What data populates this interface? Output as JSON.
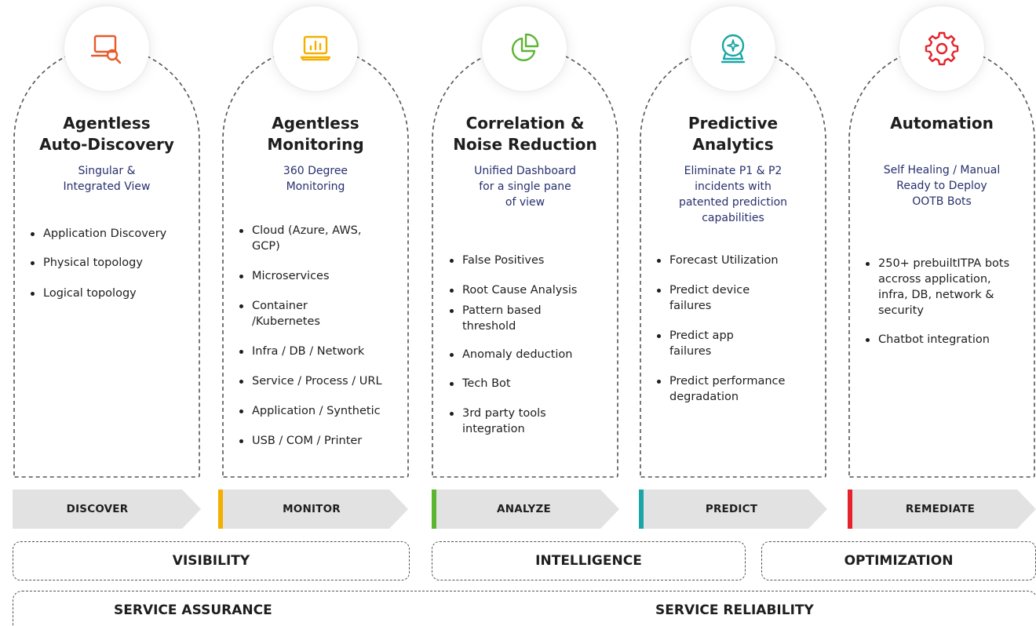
{
  "cards": [
    {
      "icon": "laptop-search-icon",
      "color": "#e9582a",
      "title_lines": [
        "Agentless",
        "Auto-Discovery"
      ],
      "subtitle_lines": [
        "Singular &",
        "Integrated View"
      ],
      "items": [
        "Application Discovery",
        "Physical topology",
        "Logical topology"
      ]
    },
    {
      "icon": "monitor-chart-icon",
      "color": "#f4b000",
      "title_lines": [
        "Agentless",
        "Monitoring"
      ],
      "subtitle_lines": [
        "360 Degree",
        "Monitoring"
      ],
      "items": [
        "Cloud (Azure, AWS, GCP)",
        "Microservices",
        "Container /Kubernetes",
        "Infra / DB / Network",
        "Service / Process / URL",
        "Application / Synthetic",
        "USB / COM /  Printer"
      ]
    },
    {
      "icon": "pie-chart-icon",
      "color": "#5cb531",
      "title_lines": [
        "Correlation &",
        "Noise Reduction"
      ],
      "subtitle_lines": [
        "Unified Dashboard",
        "for a single pane",
        "of view"
      ],
      "items": [
        "False Positives",
        "Root Cause Analysis",
        "Pattern based threshold",
        "Anomaly deduction",
        "Tech Bot",
        "3rd party tools integration"
      ]
    },
    {
      "icon": "crystal-ball-icon",
      "color": "#1aa6a6",
      "title_lines": [
        "Predictive",
        "Analytics"
      ],
      "subtitle_lines": [
        "Eliminate P1 & P2",
        "incidents  with",
        "patented prediction",
        "capabilities"
      ],
      "items": [
        "Forecast Utilization",
        "Predict device failures",
        "Predict app failures",
        "Predict performance degradation"
      ]
    },
    {
      "icon": "gear-icon",
      "color": "#e5232c",
      "title_lines": [
        "Automation"
      ],
      "subtitle_lines": [
        "Self Healing / Manual",
        "Ready to Deploy",
        "OOTB Bots"
      ],
      "items": [
        "250+ prebuiltITPA bots accross application, infra, DB, network & security",
        "Chatbot integration"
      ]
    }
  ],
  "stages": [
    {
      "label": "DISCOVER",
      "accent": ""
    },
    {
      "label": "MONITOR",
      "accent": "#f4b000"
    },
    {
      "label": "ANALYZE",
      "accent": "#5cb531"
    },
    {
      "label": "PREDICT",
      "accent": "#1aa6a6"
    },
    {
      "label": "REMEDIATE",
      "accent": "#e5232c"
    }
  ],
  "pillars": [
    "VISIBILITY",
    "INTELLIGENCE",
    "OPTIMIZATION"
  ],
  "bands": [
    "SERVICE ASSURANCE",
    "SERVICE RELIABILITY"
  ],
  "colors": {
    "stage_fill": "#e2e2e2",
    "subtitle": "#27306e",
    "dash": "#555555"
  }
}
